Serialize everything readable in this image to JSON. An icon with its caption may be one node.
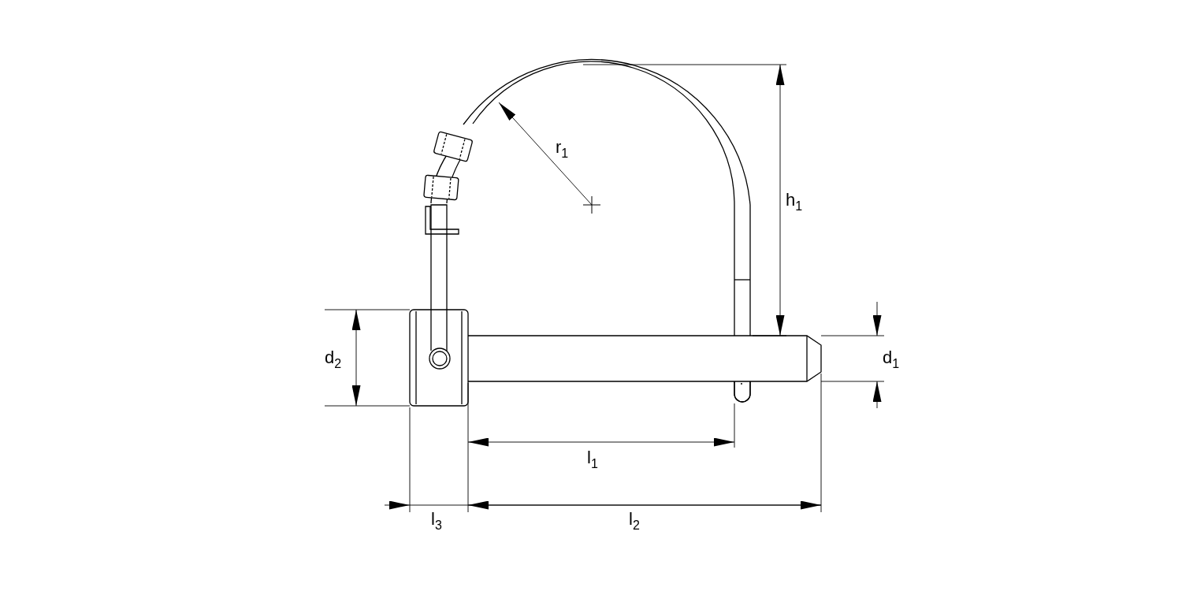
{
  "diagram": {
    "labels": [
      "r$_{1}$",
      "h$_{1}$",
      "d$_{2}$",
      "d$_{1}$",
      "l$_{1}$",
      "l$_{3}$",
      "l$_{2}$"
    ]
  }
}
